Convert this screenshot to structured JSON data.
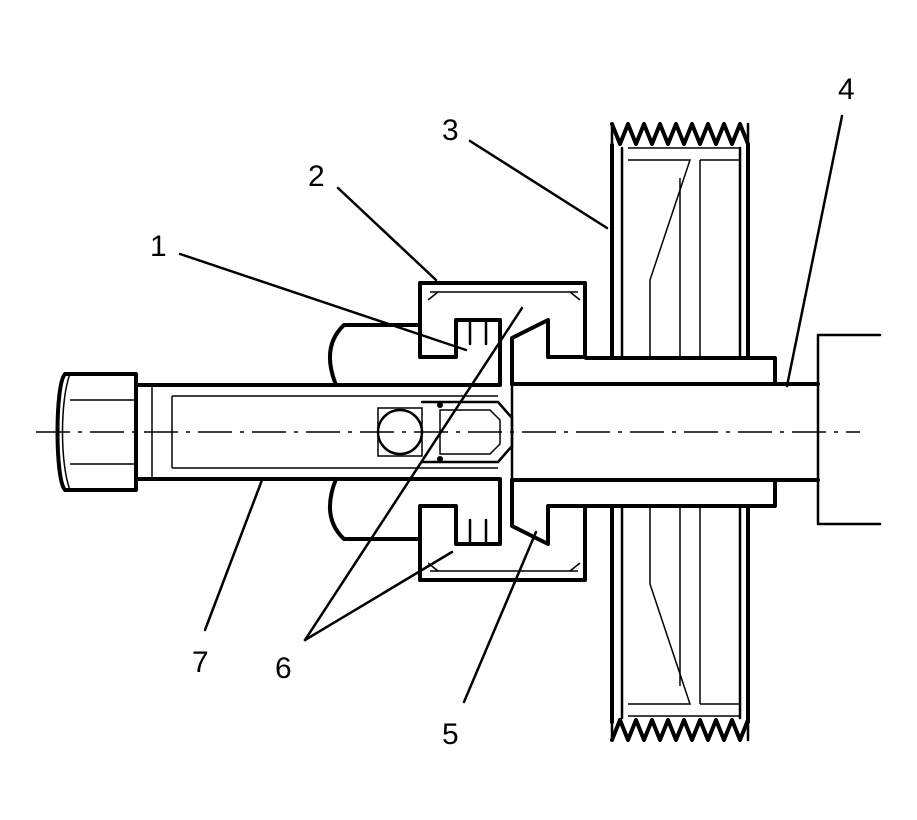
{
  "diagram": {
    "callouts": [
      {
        "id": "1",
        "text": "1"
      },
      {
        "id": "2",
        "text": "2"
      },
      {
        "id": "3",
        "text": "3"
      },
      {
        "id": "4",
        "text": "4"
      },
      {
        "id": "5",
        "text": "5"
      },
      {
        "id": "6",
        "text": "6"
      },
      {
        "id": "7",
        "text": "7"
      }
    ]
  }
}
